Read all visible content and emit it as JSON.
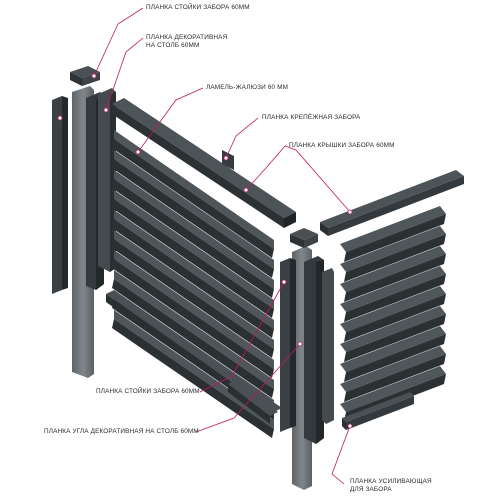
{
  "colors": {
    "metal_dark": "#2e3336",
    "metal_mid": "#3d4347",
    "metal_light": "#555c60",
    "post_gray": "#6f7578",
    "leader": "#c2185b",
    "text": "#2a2a2a"
  },
  "labels": {
    "post_bar_top": "ПЛАНКА СТОЙКИ ЗАБОРА 60ММ",
    "decor_bar_line1": "ПЛАНКА ДЕКОРАТИВНАЯ",
    "decor_bar_line2": "НА СТОЛБ 60ММ",
    "louver": "ЛАМЕЛЬ-ЖАЛЮЗИ 60 ММ",
    "mount_bar": "ПЛАНКА КРЕПЁЖНАЯ ЗАБОРА",
    "cap_bar": "ПЛАНКА КРЫШКИ ЗАБОРА 60ММ",
    "post_bar_bottom": "ПЛАНКА СТОЙКИ ЗАБОРА 60ММ",
    "corner_bar": "ПЛАНКА УГЛА ДЕКОРАТИВНАЯ НА СТОЛБ 60ММ",
    "reinforce_line1": "ПЛАНКА УСИЛИВАЮЩАЯ",
    "reinforce_line2": "ДЛЯ ЗАБОРА"
  }
}
